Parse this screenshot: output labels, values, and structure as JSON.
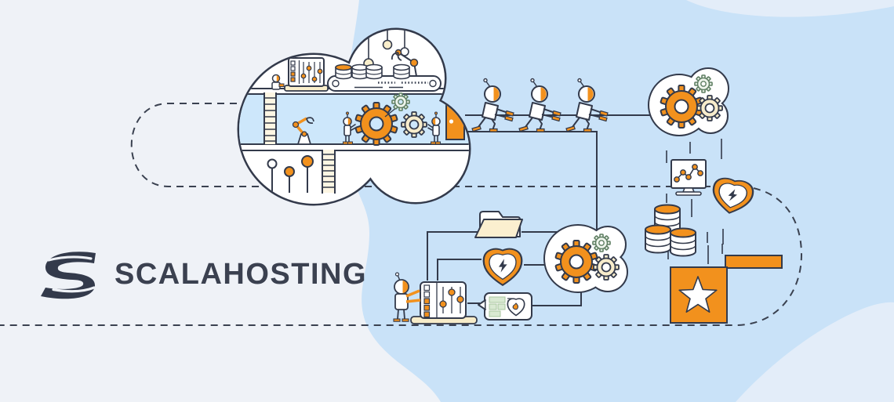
{
  "brand": {
    "name": "SCALAHOSTING"
  },
  "palette": {
    "background_light": "#eff2f7",
    "sky_blue": "#c9e2f8",
    "pale_blue": "#e3edf9",
    "band_blue": "#cde7fb",
    "outline_navy": "#333a4b",
    "accent_orange": "#f2911d",
    "cream": "#f9eecb",
    "pale_green": "#eef4ec",
    "white": "#ffffff"
  },
  "illustration": {
    "scene": "cloud-hosting-factory-flow",
    "elements": [
      "scalahosting-s-icon",
      "cloud-factory",
      "control-cabinet-icon",
      "conveyor-belt-icon",
      "database-coins-icon",
      "robot-arm-icon",
      "gear-icons",
      "ladder-icon",
      "door-icon",
      "worker-robots",
      "pulling-robots",
      "gears-cloud-top-right",
      "gears-cloud-middle",
      "monitor-chart-icon",
      "shield-lightning-icon-right",
      "shield-lightning-icon-middle",
      "database-stack-icon",
      "folder-icon",
      "certificate-badge-icon",
      "sliders-panel-icon",
      "operator-robot",
      "star-box-icon",
      "dashed-flow-loop"
    ]
  }
}
